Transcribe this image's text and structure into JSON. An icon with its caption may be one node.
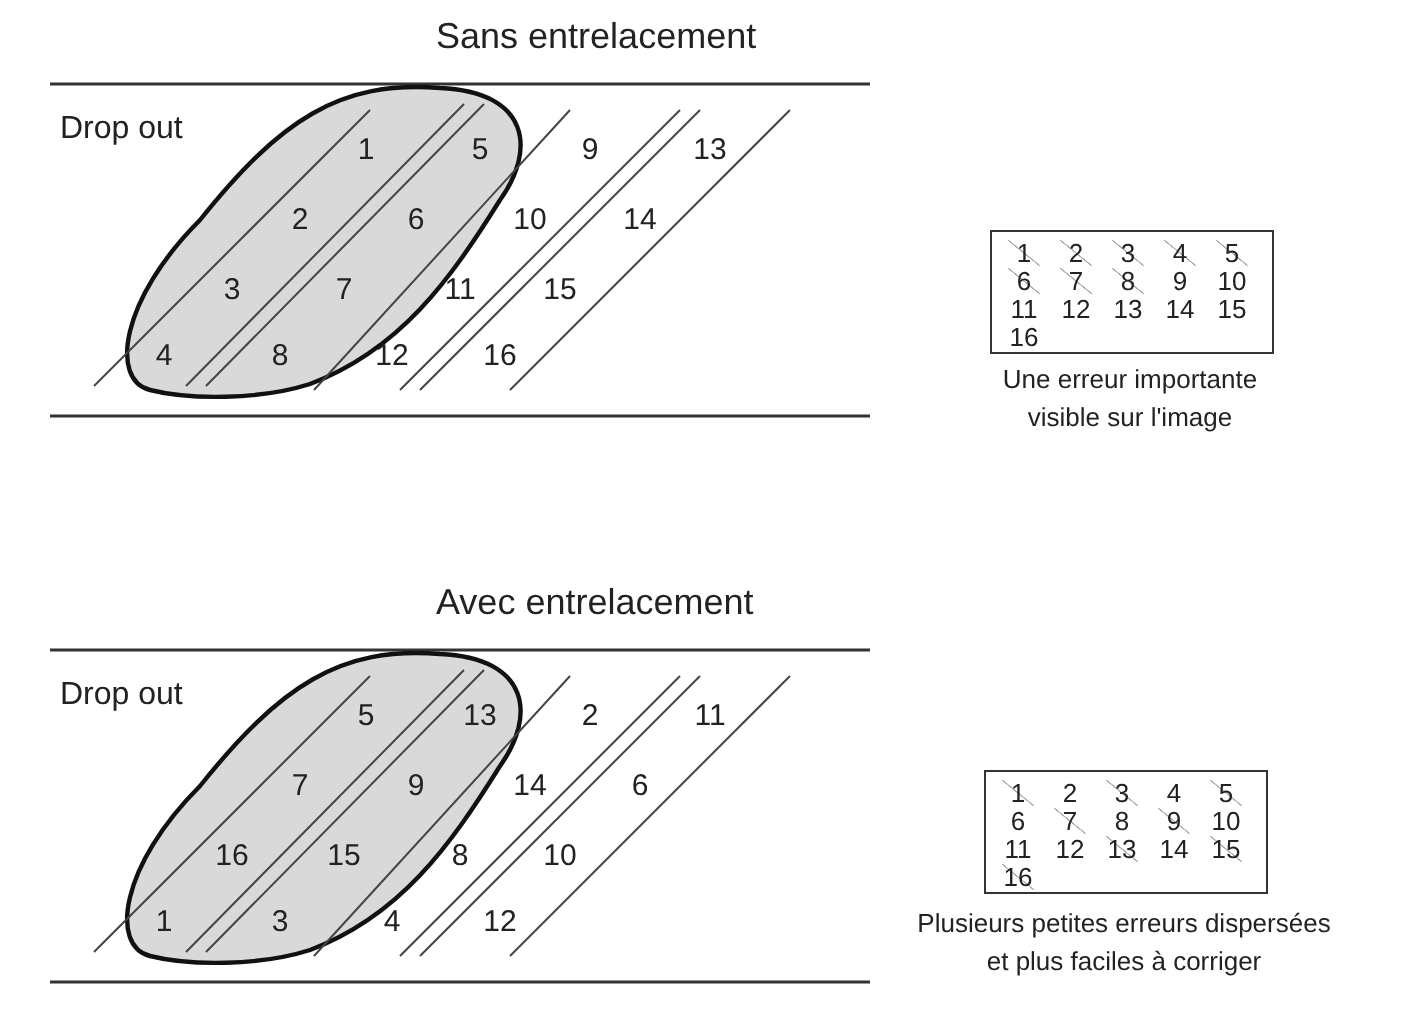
{
  "diagram": {
    "nodes": [
      {
        "text": [],
        "shape": "ellipse",
        "beside": [
          "Drop out"
        ]
      },
      {
        "text": [
          "1",
          "2",
          "3",
          "4",
          "5",
          "6",
          "7",
          "8",
          "9",
          "10",
          "11",
          "12",
          "13",
          "14",
          "15",
          "16"
        ],
        "beside": [
          "Une erreur importante visible sur l'image"
        ]
      },
      {
        "text": [],
        "shape": "ellipse",
        "beside": [
          "Drop out"
        ]
      },
      {
        "text": [
          "1",
          "2",
          "3",
          "4",
          "5",
          "6",
          "7",
          "8",
          "9",
          "10",
          "11",
          "12",
          "13",
          "14",
          "15",
          "16"
        ],
        "beside": [
          "Plusieurs petites erreurs dispersées et plus faciles à corriger"
        ]
      }
    ],
    "labels": [
      "Sans entrelacement",
      "1",
      "2",
      "3",
      "4",
      "5",
      "6",
      "7",
      "8",
      "9",
      "10",
      "11",
      "12",
      "13",
      "14",
      "15",
      "16",
      "Avec entrelacement",
      "5",
      "7",
      "16",
      "1",
      "13",
      "9",
      "15",
      "3",
      "2",
      "14",
      "8",
      "4",
      "11",
      "6",
      "10",
      "12"
    ]
  }
}
